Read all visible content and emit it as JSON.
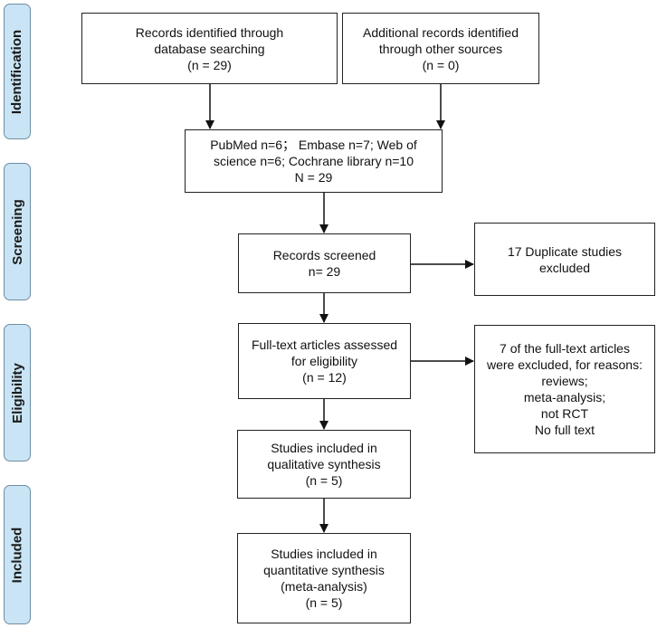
{
  "stages": {
    "identification": "Identification",
    "screening": "Screening",
    "eligibility": "Eligibility",
    "included": "Included"
  },
  "boxes": {
    "database_search": [
      "Records identified through",
      "database searching",
      "(n = 29)"
    ],
    "other_sources": [
      "Additional records identified",
      "through other sources",
      "(n = 0)"
    ],
    "combined": [
      "PubMed  n=6； Embase  n=7; Web of",
      "science  n=6; Cochrane library  n=10",
      "N = 29"
    ],
    "screened": [
      "Records screened",
      "n= 29"
    ],
    "duplicates": [
      "17 Duplicate studies",
      "excluded"
    ],
    "fulltext": [
      "Full-text articles assessed",
      "for eligibility",
      "(n = 12)"
    ],
    "fulltext_excluded": [
      "7 of the full-text articles",
      "were excluded, for reasons:",
      "reviews;",
      "meta-analysis;",
      "not RCT",
      "No full text"
    ],
    "qualitative": [
      "Studies included in",
      "qualitative synthesis",
      "(n = 5)"
    ],
    "quantitative": [
      "Studies included in",
      "quantitative synthesis",
      "(meta-analysis)",
      "(n = 5)"
    ]
  },
  "colors": {
    "stage_fill": "#c9e4f5",
    "stage_border": "#6f8ea3",
    "box_border": "#222222",
    "arrow": "#111111"
  }
}
